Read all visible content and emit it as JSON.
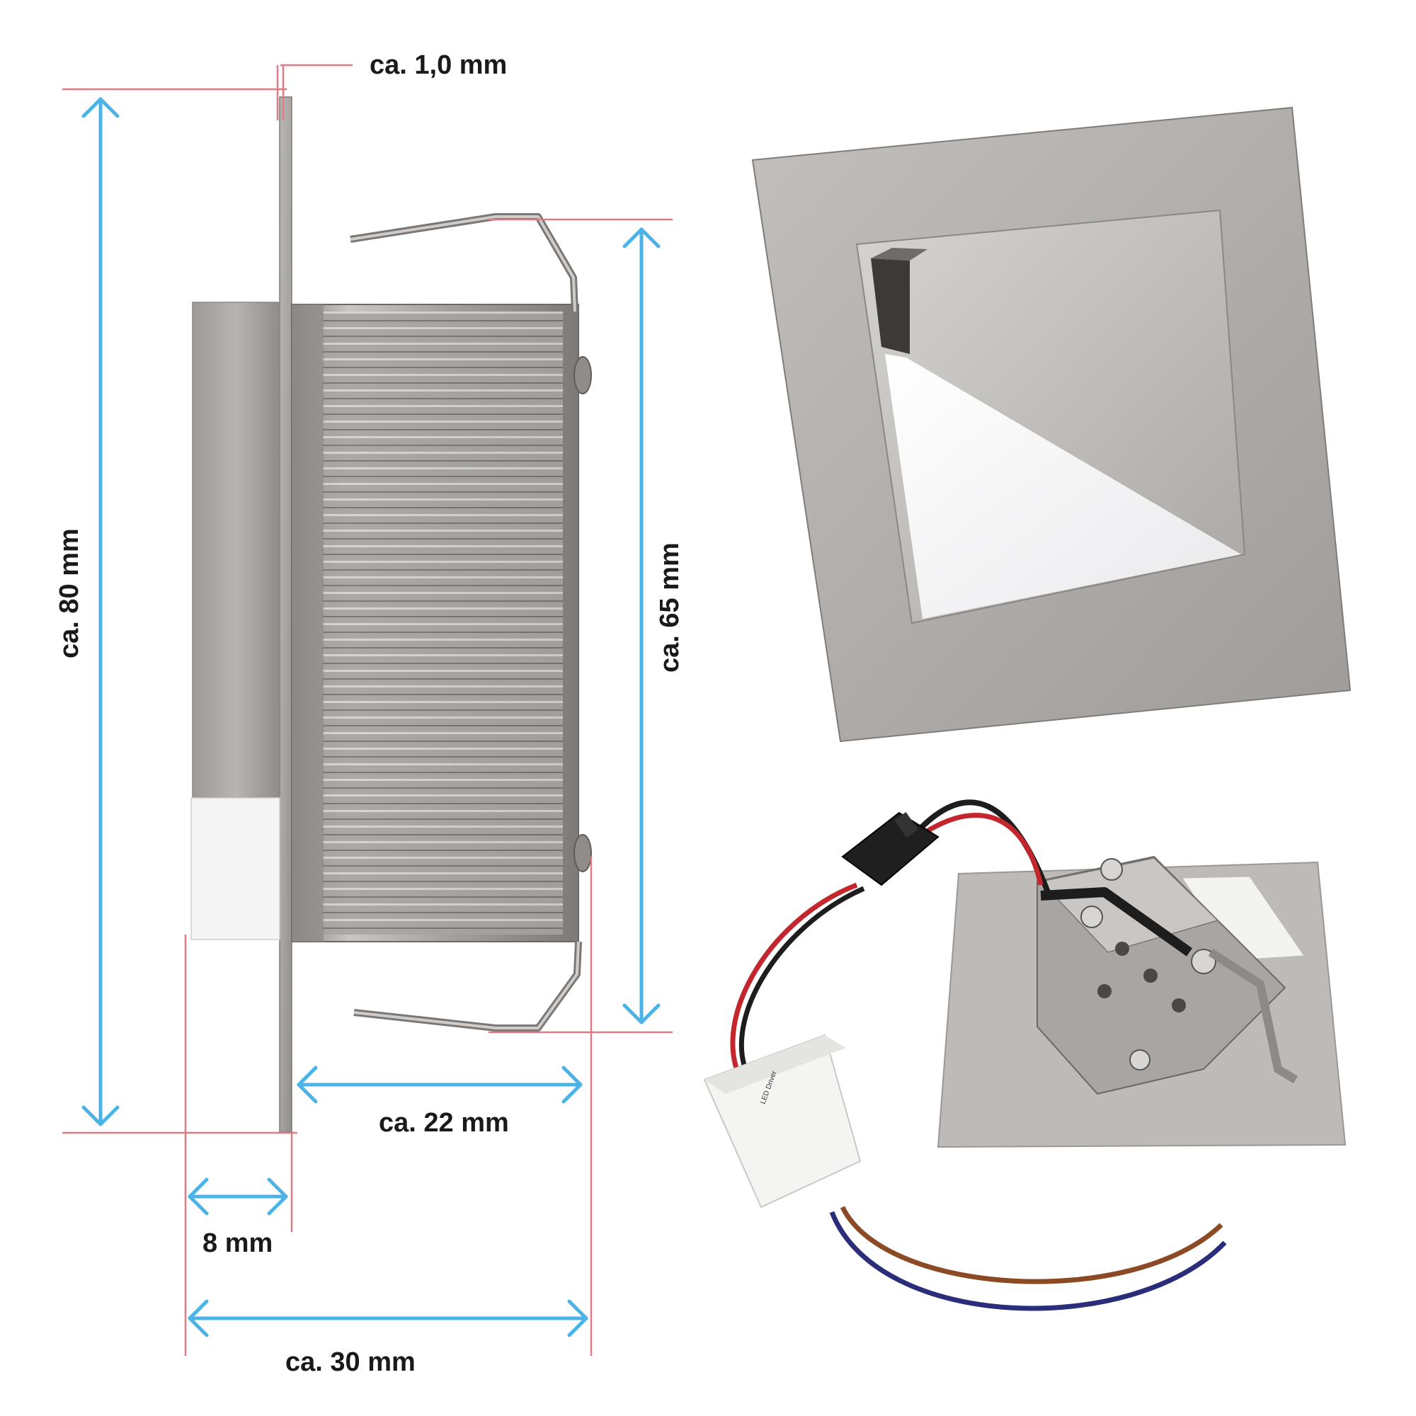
{
  "dimensions": {
    "thickness": "ca. 1,0 mm",
    "height_total": "ca. 80 mm",
    "height_body": "ca. 65 mm",
    "depth_body": "ca. 22 mm",
    "depth_front": "8 mm",
    "depth_total": "ca. 30 mm"
  },
  "colors": {
    "dimension_arrow": "#4bb3e6",
    "reference_line": "#e07b86",
    "steel": "#a9a6a3",
    "label": "#1a1a1a"
  },
  "driver": {
    "label": "LED Driver"
  }
}
